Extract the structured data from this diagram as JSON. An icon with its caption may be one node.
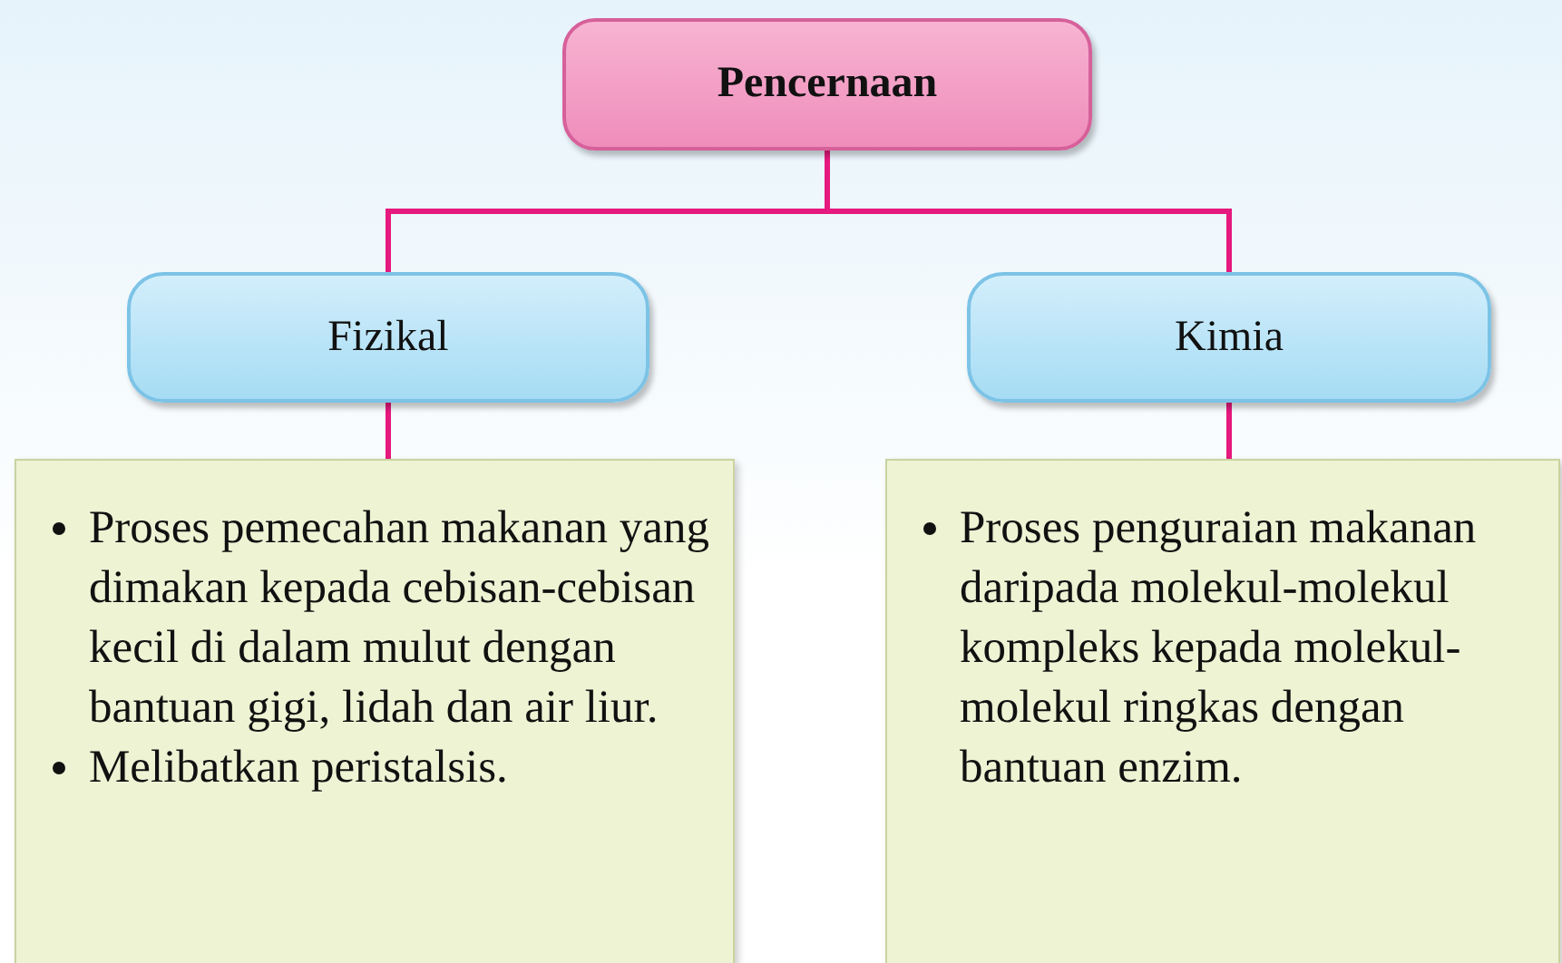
{
  "diagram": {
    "nodes": [
      {
        "text": [
          "Pencernaan"
        ]
      },
      {
        "text": [
          "Fizikal"
        ]
      },
      {
        "text": [
          "Kimia"
        ]
      },
      {
        "text": [
          "Proses pemecahan makanan yang dimakan kepada cebisan-cebisan kecil di dalam mulut dengan bantuan gigi, lidah dan air liur.",
          "Melibatkan peristalsis."
        ]
      },
      {
        "text": [
          "Proses penguraian makanan daripada molekul-molekul kompleks kepada molekul-molekul ringkas dengan bantuan enzim."
        ]
      }
    ],
    "edges": [
      {
        "from": 0,
        "to": 1,
        "arrow": "none"
      },
      {
        "from": 0,
        "to": 2,
        "arrow": "none"
      },
      {
        "from": 1,
        "to": 3,
        "arrow": "none"
      },
      {
        "from": 2,
        "to": 4,
        "arrow": "none"
      }
    ]
  }
}
